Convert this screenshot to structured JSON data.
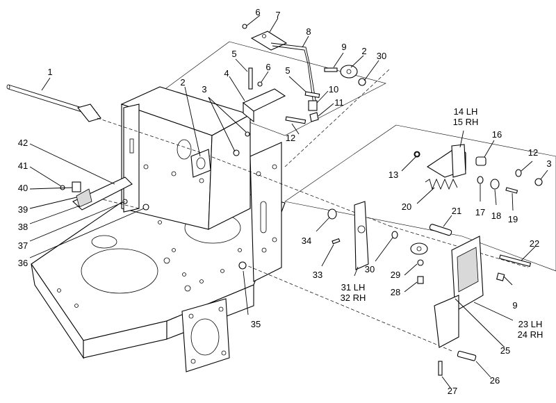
{
  "diagram": {
    "labels": [
      {
        "id": "1",
        "text": "1"
      },
      {
        "id": "2a",
        "text": "2"
      },
      {
        "id": "2b",
        "text": "2"
      },
      {
        "id": "3a",
        "text": "3"
      },
      {
        "id": "3b",
        "text": "3"
      },
      {
        "id": "4",
        "text": "4"
      },
      {
        "id": "5a",
        "text": "5"
      },
      {
        "id": "5b",
        "text": "5"
      },
      {
        "id": "6a",
        "text": "6"
      },
      {
        "id": "6b",
        "text": "6"
      },
      {
        "id": "7",
        "text": "7"
      },
      {
        "id": "8",
        "text": "8"
      },
      {
        "id": "9a",
        "text": "9"
      },
      {
        "id": "9b",
        "text": "9"
      },
      {
        "id": "10",
        "text": "10"
      },
      {
        "id": "11",
        "text": "11"
      },
      {
        "id": "12a",
        "text": "12"
      },
      {
        "id": "12b",
        "text": "12"
      },
      {
        "id": "13",
        "text": "13"
      },
      {
        "id": "14-15",
        "text": "14 LH\n15 RH"
      },
      {
        "id": "16",
        "text": "16"
      },
      {
        "id": "17",
        "text": "17"
      },
      {
        "id": "18",
        "text": "18"
      },
      {
        "id": "19",
        "text": "19"
      },
      {
        "id": "20",
        "text": "20"
      },
      {
        "id": "21",
        "text": "21"
      },
      {
        "id": "22",
        "text": "22"
      },
      {
        "id": "23-24",
        "text": "23 LH\n24 RH"
      },
      {
        "id": "25",
        "text": "25"
      },
      {
        "id": "26",
        "text": "26"
      },
      {
        "id": "27",
        "text": "27"
      },
      {
        "id": "28",
        "text": "28"
      },
      {
        "id": "29",
        "text": "29"
      },
      {
        "id": "30a",
        "text": "30"
      },
      {
        "id": "30b",
        "text": "30"
      },
      {
        "id": "31-32",
        "text": "31 LH\n32 RH"
      },
      {
        "id": "33",
        "text": "33"
      },
      {
        "id": "34",
        "text": "34"
      },
      {
        "id": "35",
        "text": "35"
      },
      {
        "id": "36",
        "text": "36"
      },
      {
        "id": "37",
        "text": "37"
      },
      {
        "id": "38",
        "text": "38"
      },
      {
        "id": "39",
        "text": "39"
      },
      {
        "id": "40",
        "text": "40"
      },
      {
        "id": "41",
        "text": "41"
      },
      {
        "id": "42",
        "text": "42"
      }
    ]
  }
}
